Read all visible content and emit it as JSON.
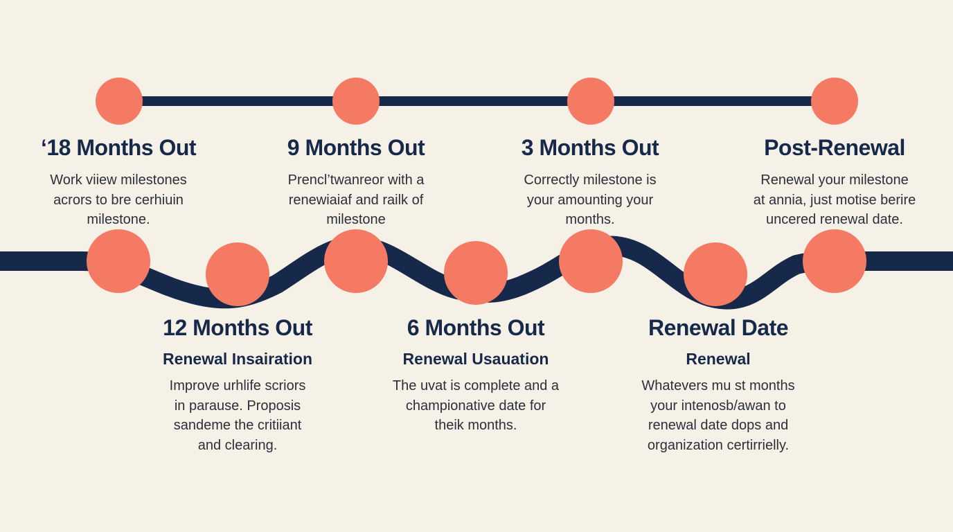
{
  "colors": {
    "background": "#f6f1e6",
    "line": "#17294a",
    "node": "#f47a64",
    "title": "#17294a",
    "text": "#2a2f3a"
  },
  "top_row": [
    {
      "title": "‘18 Months Out",
      "lines": [
        "Work viiew milestones",
        "acrors to bre cerhiuin",
        "milestone."
      ]
    },
    {
      "title": "9 Months Out",
      "lines": [
        "Prencl’twanreor with a",
        "renewiaiaf and railk of",
        "milestone"
      ]
    },
    {
      "title": "3 Months Out",
      "lines": [
        "Correctly milestone is",
        "your amounting your",
        "months."
      ]
    },
    {
      "title": "Post-Renewal",
      "lines": [
        "Renewal your  milestone",
        "at annia, just motise berire",
        "uncered renewal date."
      ]
    }
  ],
  "bottom_row": [
    {
      "title": "12 Months Out",
      "subtitle": "Renewal Insairation",
      "lines": [
        "Improve urhlife scriors",
        "in parause. Proposis",
        "sandeme the critiiant",
        "and clearing."
      ]
    },
    {
      "title": "6 Months Out",
      "subtitle": "Renewal Usauation",
      "lines": [
        "The uvat is complete and a",
        "championative date for",
        "theik months."
      ]
    },
    {
      "title": "Renewal Date",
      "subtitle": "Renewal",
      "lines": [
        "Whatevers mu st months",
        "your intenosb/awan to",
        "renewal date dops and",
        "organization certirrielly."
      ]
    }
  ]
}
